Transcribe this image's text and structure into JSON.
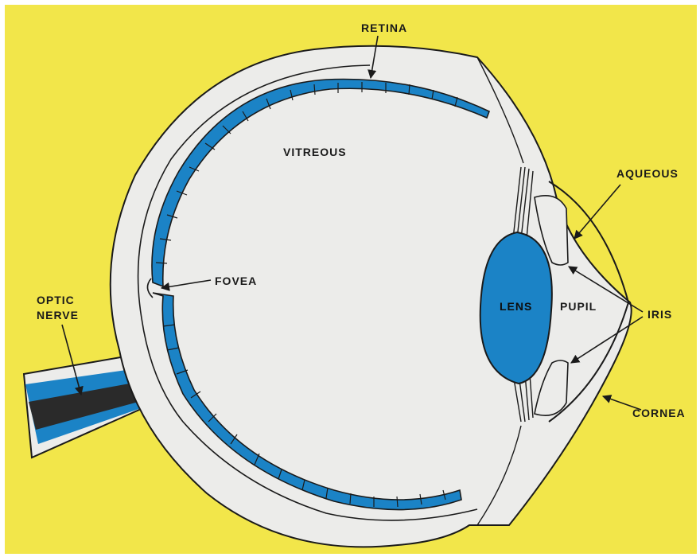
{
  "diagram": {
    "labels": {
      "retina": "RETINA",
      "vitreous": "VITREOUS",
      "aqueous": "AQUEOUS",
      "fovea": "FOVEA",
      "optic_line1": "OPTIC",
      "optic_line2": "NERVE",
      "lens": "LENS",
      "pupil": "PUPIL",
      "iris": "IRIS",
      "cornea": "CORNEA"
    },
    "colors": {
      "background": "#f2e64a",
      "eyeball": "#ececea",
      "retina_blue": "#1b83c6",
      "nerve_dark": "#2a2a2a",
      "outline": "#1a1a1a"
    }
  }
}
